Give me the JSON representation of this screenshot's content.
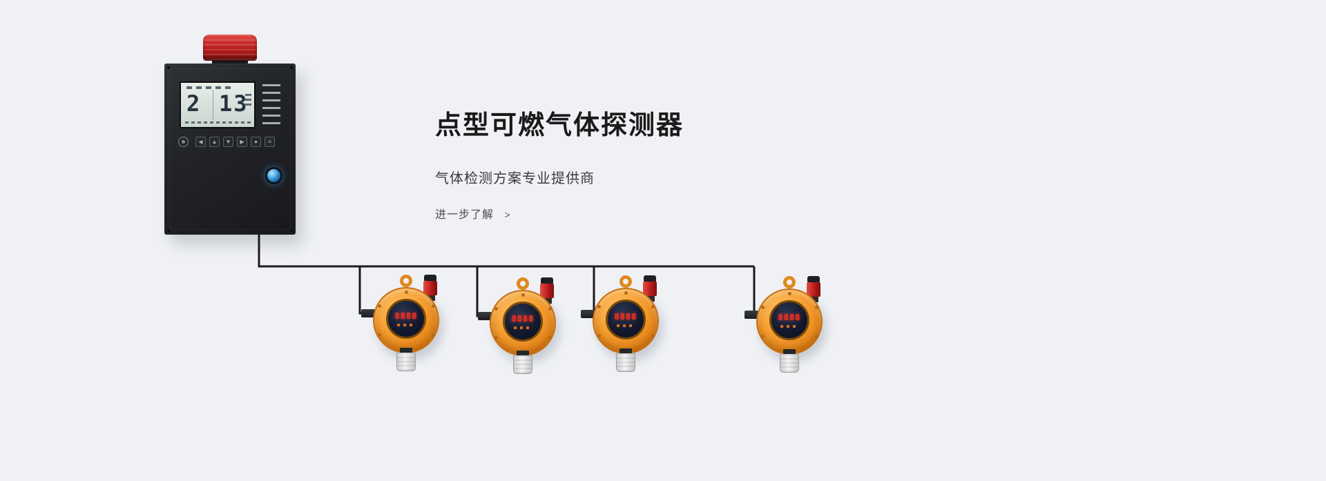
{
  "hero": {
    "title": "点型可燃气体探测器",
    "subtitle": "气体检测方案专业提供商",
    "cta": {
      "label": "进一步了解",
      "arrow": ">"
    }
  },
  "controller": {
    "lcd": {
      "left_value": "2",
      "right_value": "13"
    },
    "keys": [
      "◀",
      "▲",
      "▼",
      "▶",
      "●",
      "≡"
    ]
  },
  "detectors": [
    {
      "display": "8888"
    },
    {
      "display": "8888"
    },
    {
      "display": "8888"
    },
    {
      "display": "8888"
    }
  ],
  "colors": {
    "background": "#eff1f5",
    "detector_orange": "#f49c2e",
    "alarm_red": "#b81d1d",
    "wire_black": "#1b1b1b",
    "indicator_blue": "#2e8fd4",
    "display_red": "#ff2d1e"
  }
}
